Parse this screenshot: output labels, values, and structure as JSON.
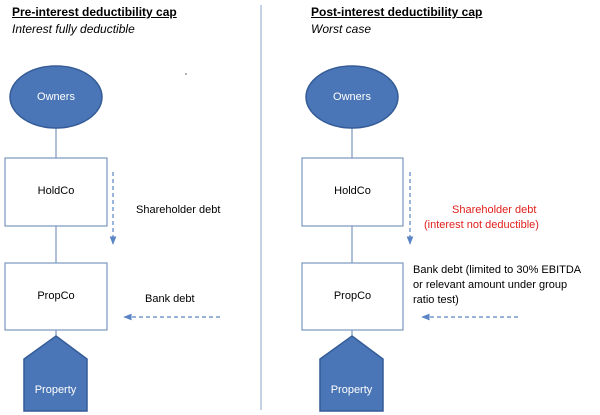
{
  "colors": {
    "node_fill": "#4a76b7",
    "node_stroke": "#355c97",
    "box_stroke": "#7a96c2",
    "arrow": "#5b84c4",
    "divider": "#8aa6cf",
    "highlight_text": "#e0201c"
  },
  "left": {
    "heading": "Pre-interest deductibility cap",
    "subheading": "Interest fully deductible",
    "owners": "Owners",
    "holdco": "HoldCo",
    "propco": "PropCo",
    "property": "Property",
    "shareholder_debt": "Shareholder debt",
    "bank_debt": "Bank debt"
  },
  "right": {
    "heading": "Post-interest deductibility cap",
    "subheading": "Worst case",
    "owners": "Owners",
    "holdco": "HoldCo",
    "propco": "PropCo",
    "property": "Property",
    "shareholder_debt_line1": "Shareholder debt",
    "shareholder_debt_line2": "(interest not deductible)",
    "bank_debt_line1": "Bank debt (limited to 30% EBITDA",
    "bank_debt_line2": "or relevant amount under group",
    "bank_debt_line3": "ratio test)"
  }
}
